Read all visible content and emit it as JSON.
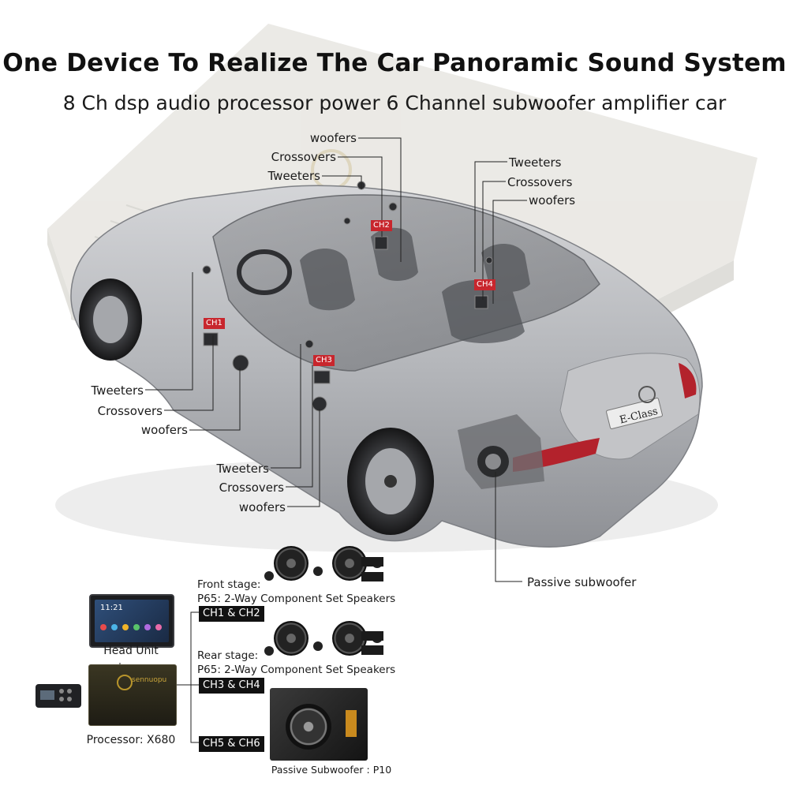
{
  "header": {
    "title": "One Device To Realize The Car Panoramic Sound System",
    "subtitle": "8 Ch dsp audio processor power 6 Channel subwoofer amplifier car"
  },
  "car": {
    "plate": "E-Class",
    "colors": {
      "body": "#b9babd",
      "tail_light": "#b3222c",
      "accent": "#c8262d"
    }
  },
  "callouts": {
    "ch2": {
      "badge": "CH2",
      "woofers": "woofers",
      "crossovers": "Crossovers",
      "tweeters": "Tweeters"
    },
    "ch4": {
      "badge": "CH4",
      "tweeters": "Tweeters",
      "crossovers": "Crossovers",
      "woofers": "woofers"
    },
    "ch1": {
      "badge": "CH1",
      "tweeters": "Tweeters",
      "crossovers": "Crossovers",
      "woofers": "woofers"
    },
    "ch3": {
      "badge": "CH3",
      "tweeters": "Tweeters",
      "crossovers": "Crossovers",
      "woofers": "woofers"
    },
    "sub": {
      "label": "Passive subwoofer"
    }
  },
  "wiring": {
    "head_unit": {
      "label": "Head Unit",
      "clock": "11:21"
    },
    "processor": {
      "label": "Processor: X680",
      "brand": "sennuopu"
    },
    "front_stage": {
      "title": "Front stage:",
      "desc": "P65: 2-Way Component Set Speakers",
      "channels": "CH1 & CH2"
    },
    "rear_stage": {
      "title": "Rear stage:",
      "desc": "P65: 2-Way Component Set Speakers",
      "channels": "CH3 & CH4"
    },
    "subwoofer": {
      "channels": "CH5 & CH6",
      "label": "Passive Subwoofer : P10"
    }
  }
}
